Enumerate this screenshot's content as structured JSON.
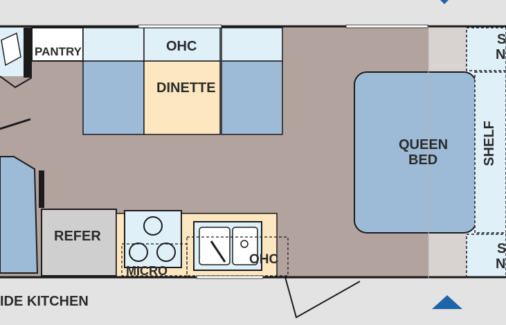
{
  "labels": {
    "pantry": "PANTRY",
    "ohc_top": "OHC",
    "dinette": "DINETTE",
    "queen_bed_line1": "QUEEN",
    "queen_bed_line2": "BED",
    "shelf": "SHELF",
    "refer": "REFER",
    "micro": "MICRO",
    "ohc_bottom": "OHC",
    "outside_kitchen": "IDE KITCHEN",
    "edge_top_s": "S",
    "edge_top_n": "N",
    "edge_bottom_s": "S",
    "edge_bottom_n": "N"
  },
  "colors": {
    "floor": "#b2a39f",
    "cushion_blue": "#9dbbd7",
    "light_blue": "#dff0f9",
    "table_tan": "#fde7c0",
    "counter_tan": "#fde7c0",
    "fridge_gray": "#cfcfcf",
    "wall": "#1b1b1b",
    "arrow_blue": "#1d64a8"
  }
}
